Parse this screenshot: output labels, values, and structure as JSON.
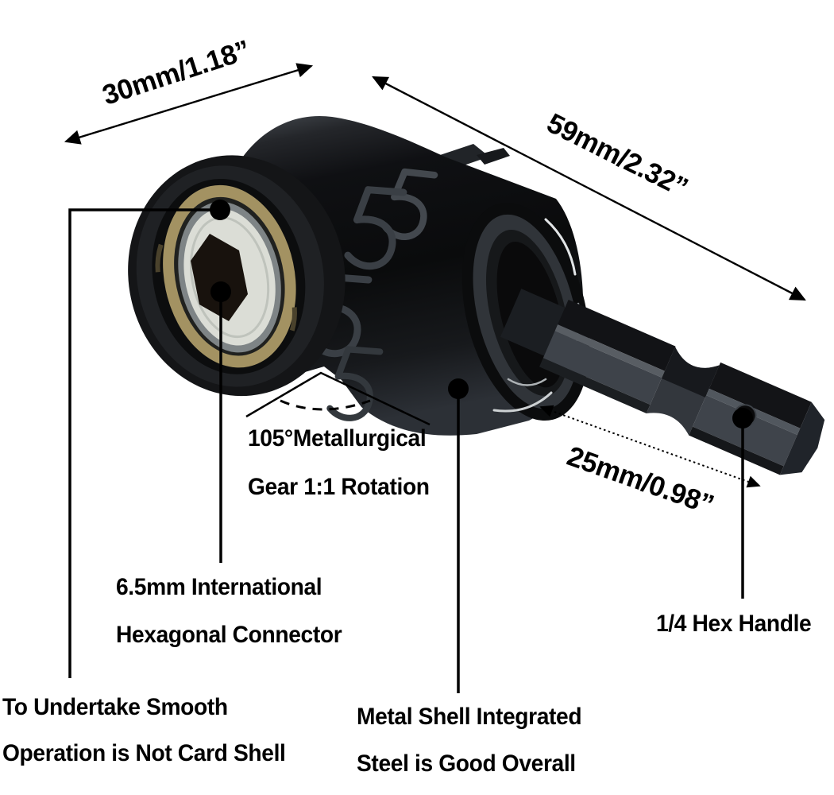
{
  "background": "#ffffff",
  "illustration": {
    "name": "right-angle-drill-adapter-render",
    "colors": {
      "shell_black": "#0f1013",
      "body_highlight": "#474c52",
      "brass_bearing": "#a39262",
      "steel_ring": "#7e8486",
      "bearing_face": "#dbddd6",
      "hex_socket": "#18120d",
      "ring_highlight": "#e2e5e7",
      "shaft_facet": "#3f444b"
    }
  },
  "annotation_color": "#000000",
  "dimensions": {
    "width_label": "30mm/1.18”",
    "length_label": "59mm/2.32”",
    "shank_label": "25mm/0.98”"
  },
  "callouts": {
    "angle": {
      "line1": "105°Metallurgical",
      "line2": "Gear 1:1 Rotation"
    },
    "connector": {
      "line1": "6.5mm International",
      "line2": "Hexagonal Connector"
    },
    "shell": {
      "line1": "To Undertake Smooth",
      "line2": "Operation is Not Card Shell"
    },
    "metal": {
      "line1": "Metal Shell Integrated",
      "line2": "Steel is Good Overall"
    },
    "hex_handle": {
      "label": "1/4 Hex Handle"
    }
  }
}
